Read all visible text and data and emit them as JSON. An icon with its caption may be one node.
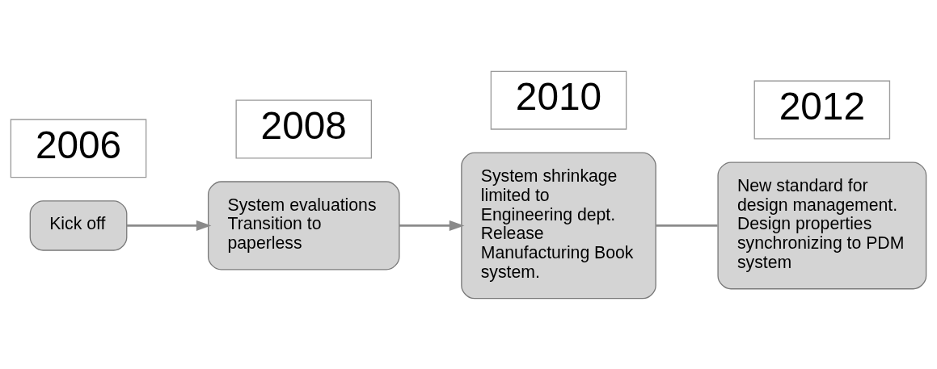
{
  "diagram": {
    "nodes": [
      {
        "text": [
          "Kick off"
        ]
      },
      {
        "text": [
          "2006"
        ]
      },
      {
        "text": [
          "System evaluations",
          "Transition to paperless"
        ]
      },
      {
        "text": [
          "2008"
        ]
      },
      {
        "text": [
          "System shrinkage limited to Engineering dept.",
          "Release Manufacturing Book system."
        ]
      },
      {
        "text": [
          "2010"
        ]
      },
      {
        "text": [
          "New standard for design management.",
          "Design properties synchronizing to PDM system"
        ]
      },
      {
        "text": [
          "2012"
        ]
      }
    ],
    "edges": [
      {
        "from": 0,
        "to": 2,
        "arrow": "to"
      },
      {
        "from": 2,
        "to": 4,
        "arrow": "to"
      },
      {
        "from": 4,
        "to": 6,
        "arrow": "none"
      }
    ]
  }
}
